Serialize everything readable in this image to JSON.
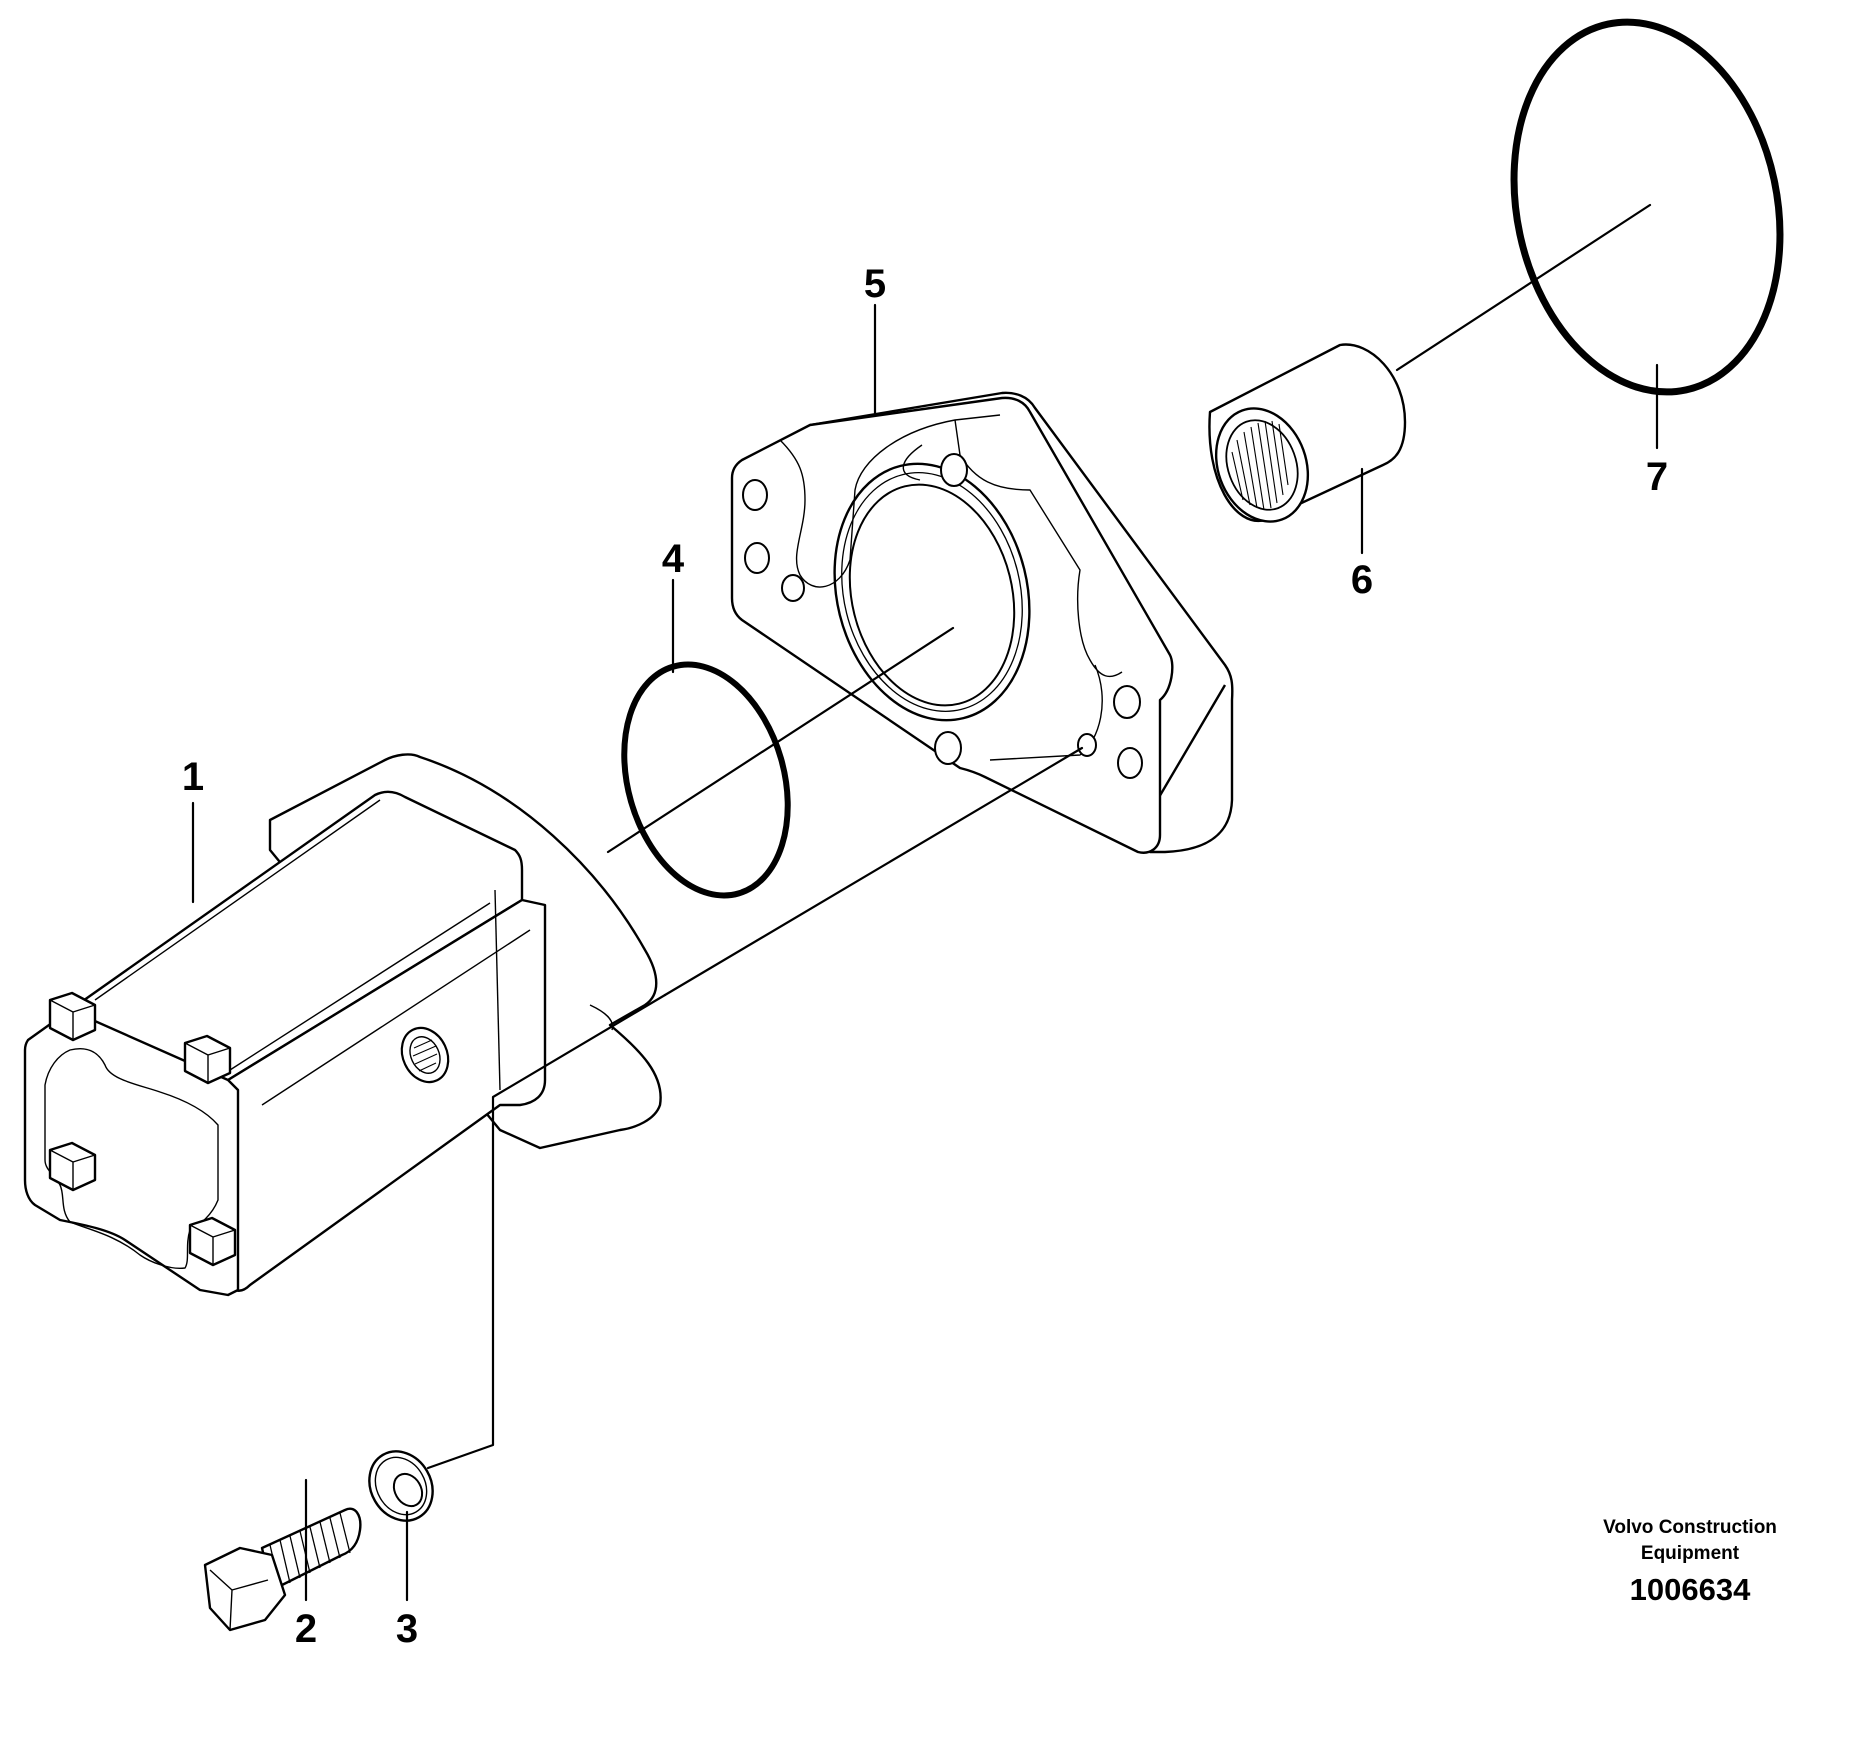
{
  "callouts": {
    "c1": "1",
    "c2": "2",
    "c3": "3",
    "c4": "4",
    "c5": "5",
    "c6": "6",
    "c7": "7"
  },
  "footer": {
    "brand_line1": "Volvo Construction",
    "brand_line2": "Equipment",
    "drawing_number": "1006634"
  }
}
